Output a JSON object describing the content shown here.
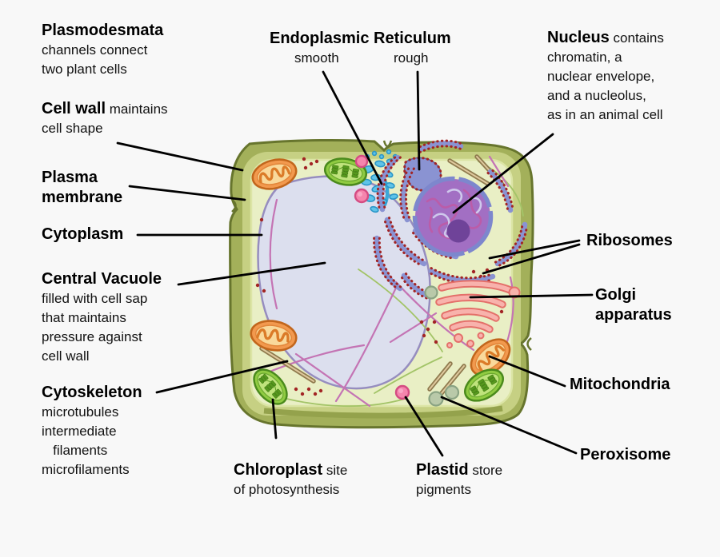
{
  "figure": {
    "type": "labeled-diagram",
    "subject": "plant cell"
  },
  "colors": {
    "background": "#f8f8f8",
    "text": "#111111",
    "leader_line": "#000000",
    "cell_wall": "#a3b05a",
    "cell_wall_outline": "#67752d",
    "wall_inner_band": "#c6d083",
    "cytoplasm": "#e9efc5",
    "vacuole": "#dcdfee",
    "vacuole_outline": "#968dbf",
    "nucleus": "#a26fc3",
    "nuclear_envelope": "#7d87cd",
    "nucleolus": "#6f4399",
    "chromatin_dark": "#bb5ca8",
    "chromatin_light": "#cfc9ec",
    "rough_er": "#8a93d2",
    "ribosome_dot": "#a22424",
    "smooth_er": "#5fc3e8",
    "mitochondrion_fill": "#f2994e",
    "mitochondrion_outline": "#c2661c",
    "mitochondrion_inner": "#f9d99b",
    "chloroplast_fill": "#90cb42",
    "chloroplast_outline": "#4a8a1c",
    "chloroplast_inner": "#bfe37c",
    "grana": "#57991e",
    "golgi_fill": "#f8b2ac",
    "golgi_outline": "#e4706a",
    "plastid_fill": "#f585ad",
    "plastid_outline": "#d44c82",
    "peroxisome_fill": "#b9c9a9",
    "peroxisome_outline": "#8aa383",
    "microfilament": "#c474b4",
    "microtubule": "#8f7a4e",
    "green_filament": "#a3c468"
  },
  "labels": {
    "plasmodesmata": {
      "term": "Plasmodesmata",
      "desc": "channels connect\ntwo plant cells"
    },
    "cell_wall": {
      "term": "Cell wall",
      "inline": "maintains",
      "desc": "cell shape"
    },
    "plasma_membrane": {
      "term": "Plasma\nmembrane"
    },
    "cytoplasm": {
      "term": "Cytoplasm"
    },
    "central_vacuole": {
      "term": "Central Vacuole",
      "desc": "filled with cell sap\nthat maintains\npressure against\ncell wall"
    },
    "cytoskeleton": {
      "term": "Cytoskeleton",
      "desc": "microtubules\nintermediate\n   filaments\nmicrofilaments"
    },
    "chloroplast": {
      "term": "Chloroplast",
      "inline": "site",
      "desc": "of photosynthesis"
    },
    "plastid": {
      "term": "Plastid",
      "inline": "store",
      "desc": "pigments"
    },
    "endoplasmic_reticulum": {
      "term": "Endoplasmic Reticulum",
      "smooth": "smooth",
      "rough": "rough"
    },
    "nucleus": {
      "term": "Nucleus",
      "inline": "contains",
      "desc": "chromatin, a\nnuclear envelope,\nand a nucleolus,\nas in an animal cell"
    },
    "ribosomes": {
      "term": "Ribosomes"
    },
    "golgi": {
      "term": "Golgi\napparatus"
    },
    "mitochondria": {
      "term": "Mitochondria"
    },
    "peroxisome": {
      "term": "Peroxisome"
    }
  }
}
